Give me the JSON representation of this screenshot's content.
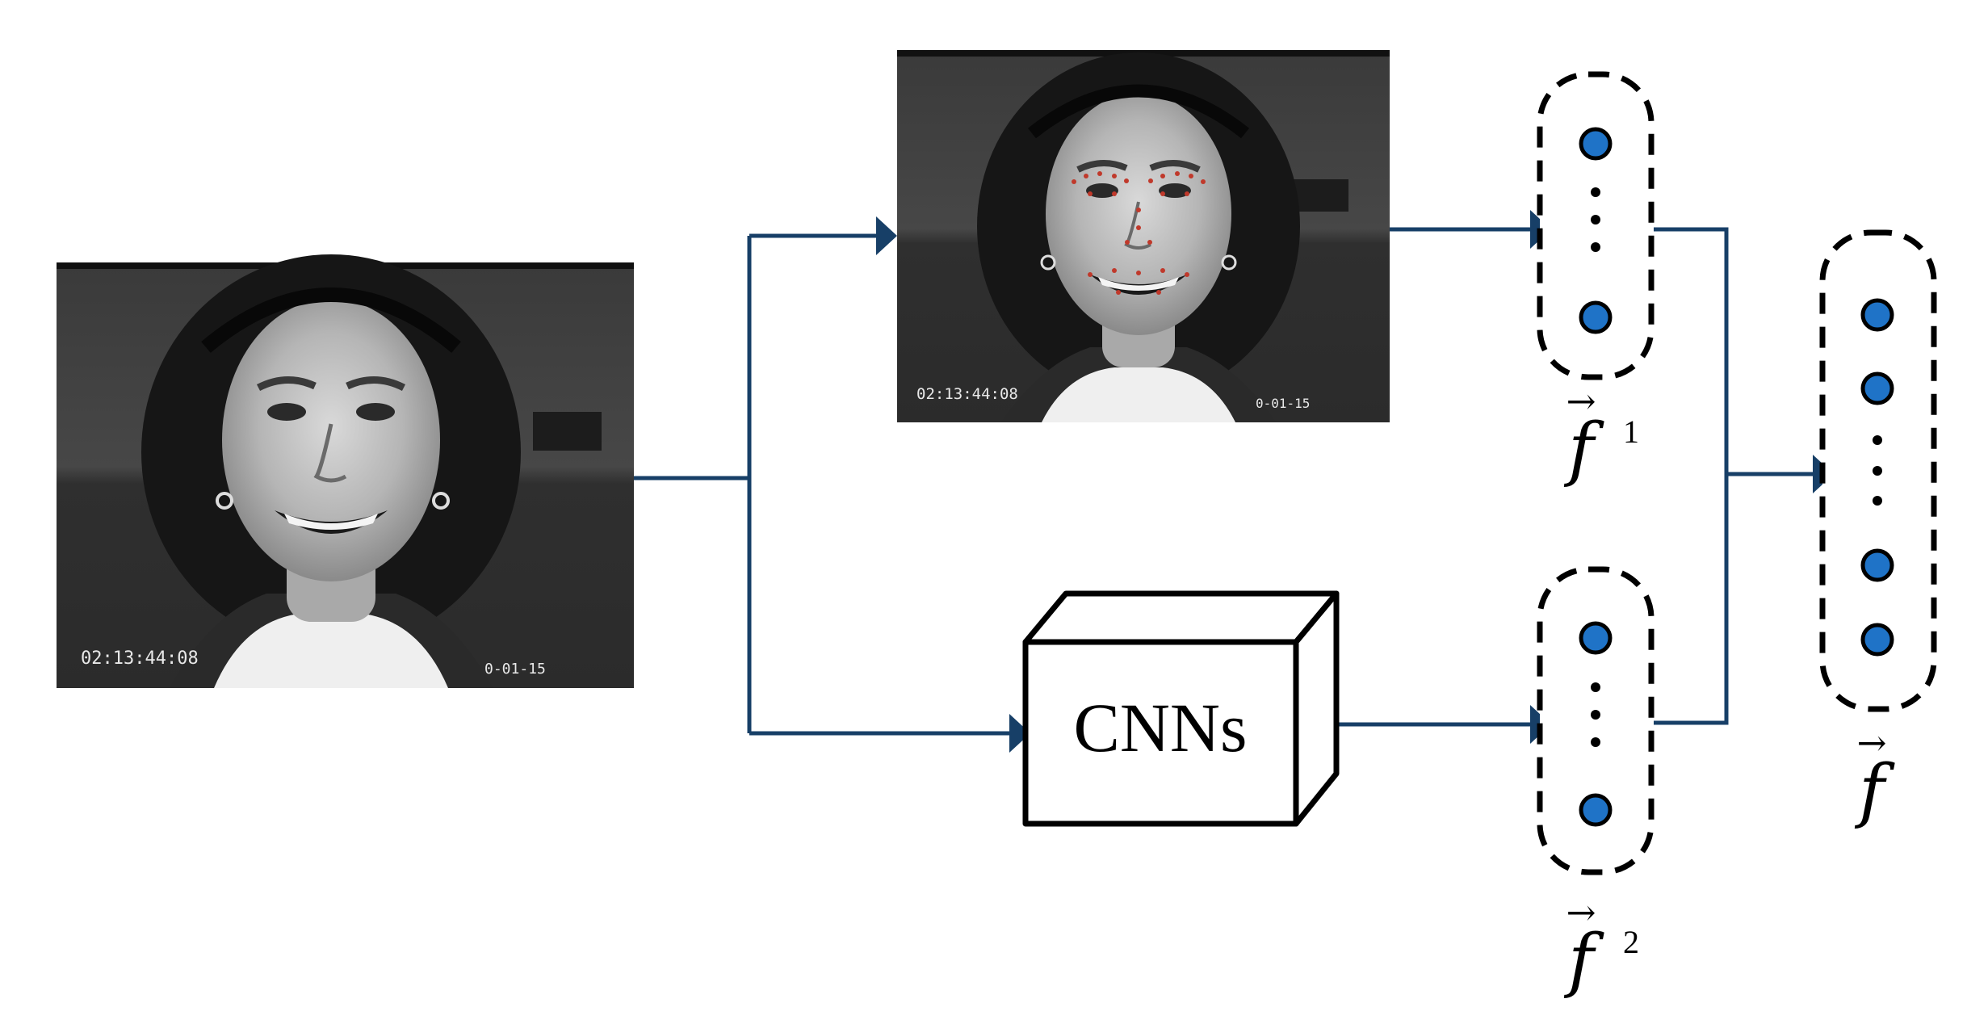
{
  "input_image": {
    "caption": "Input face photo (grayscale, smiling woman)",
    "timecode": "02:13:44:08",
    "date_stamp": "0-01-15"
  },
  "landmark_image": {
    "caption": "Face photo with facial landmark points",
    "timecode": "02:13:44:08",
    "date_stamp": "0-01-15"
  },
  "cnn_box": {
    "label": "CNNs"
  },
  "feature_vectors": {
    "f1": {
      "symbol": "f",
      "superscript": "1"
    },
    "f2": {
      "symbol": "f",
      "superscript": "2"
    },
    "fused": {
      "symbol": "f"
    }
  },
  "colors": {
    "arrow": "#173f67",
    "node_fill": "#1f73c7",
    "outline": "#000000",
    "landmark": "#c0392b"
  }
}
